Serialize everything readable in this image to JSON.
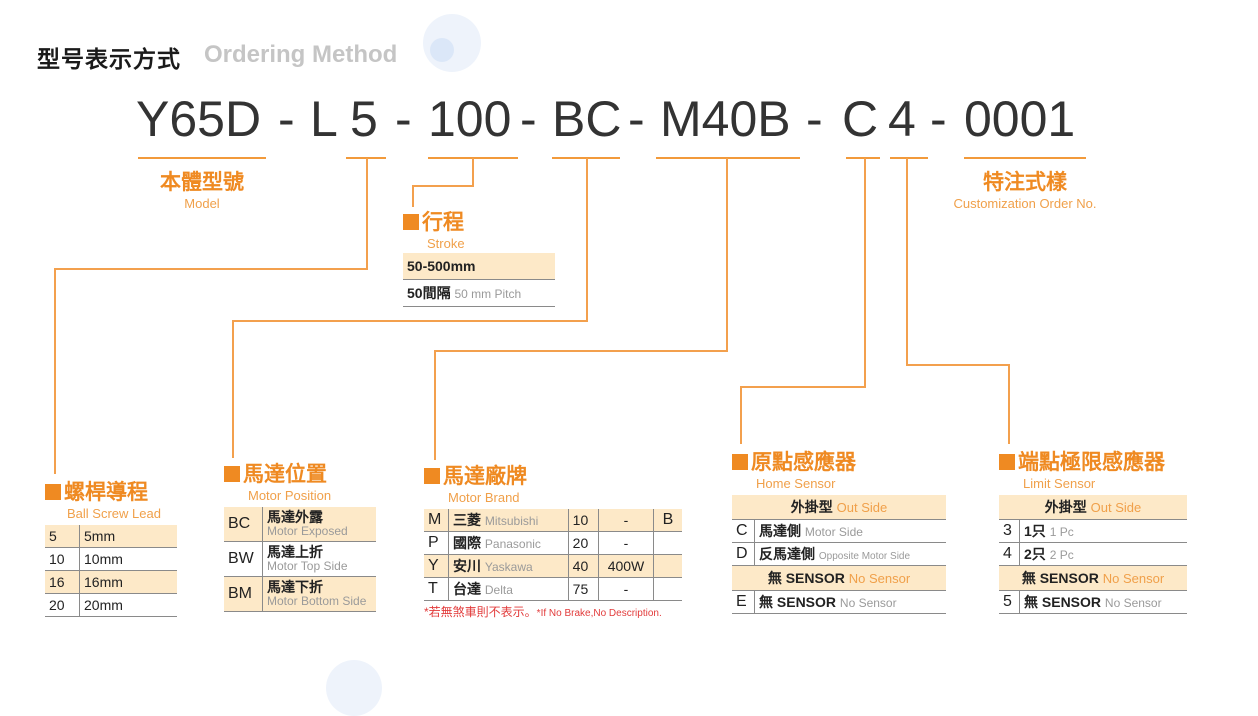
{
  "heading": {
    "cn": "型号表示方式",
    "en": "Ordering Method"
  },
  "code": [
    "Y65D",
    "-",
    "L",
    "5",
    "-",
    "100",
    "-",
    "BC",
    "-",
    "M40B",
    "-",
    "C",
    "4",
    "-",
    "0001"
  ],
  "model": {
    "cn": "本體型號",
    "en": "Model"
  },
  "custom": {
    "cn": "特注式樣",
    "en": "Customization Order No."
  },
  "stroke": {
    "cn": "行程",
    "en": "Stroke",
    "range": "50-500mm",
    "pitch_cn": "50間隔",
    "pitch_en": "50 mm Pitch"
  },
  "lead": {
    "cn": "螺桿導程",
    "en": "Ball Screw Lead",
    "rows": [
      {
        "code": "5",
        "val": "5mm"
      },
      {
        "code": "10",
        "val": "10mm"
      },
      {
        "code": "16",
        "val": "16mm"
      },
      {
        "code": "20",
        "val": "20mm"
      }
    ]
  },
  "position": {
    "cn": "馬達位置",
    "en": "Motor Position",
    "rows": [
      {
        "code": "BC",
        "cn": "馬達外露",
        "en": "Motor Exposed"
      },
      {
        "code": "BW",
        "cn": "馬達上折",
        "en": "Motor Top Side"
      },
      {
        "code": "BM",
        "cn": "馬達下折",
        "en": "Motor Bottom Side"
      }
    ]
  },
  "brand": {
    "cn": "馬達廠牌",
    "en": "Motor Brand",
    "rows": [
      {
        "code": "M",
        "cn": "三菱",
        "en": "Mitsubishi",
        "w": "10",
        "v": "-",
        "b": "B"
      },
      {
        "code": "P",
        "cn": "國際",
        "en": "Panasonic",
        "w": "20",
        "v": "-",
        "b": ""
      },
      {
        "code": "Y",
        "cn": "安川",
        "en": "Yaskawa",
        "w": "40",
        "v": "400W",
        "b": ""
      },
      {
        "code": "T",
        "cn": "台達",
        "en": "Delta",
        "w": "75",
        "v": "-",
        "b": ""
      }
    ],
    "note_cn": "*若無煞車則不表示。",
    "note_en": "*If No Brake,No Description."
  },
  "home": {
    "cn": "原點感應器",
    "en": "Home Sensor",
    "h1_cn": "外掛型",
    "h1_en": "Out Side",
    "r1_code": "C",
    "r1_cn": "馬達側",
    "r1_en": "Motor Side",
    "r2_code": "D",
    "r2_cn": "反馬達側",
    "r2_en": "Opposite Motor Side",
    "h2_cn": "無 SENSOR",
    "h2_en": "No Sensor",
    "r3_code": "E",
    "r3_cn": "無 SENSOR",
    "r3_en": "No Sensor"
  },
  "limit": {
    "cn": "端點極限感應器",
    "en": "Limit Sensor",
    "h1_cn": "外掛型",
    "h1_en": "Out Side",
    "r1_code": "3",
    "r1_cn": "1只",
    "r1_en": "1 Pc",
    "r2_code": "4",
    "r2_cn": "2只",
    "r2_en": "2 Pc",
    "h2_cn": "無 SENSOR",
    "h2_en": "No Sensor",
    "r3_code": "5",
    "r3_cn": "無 SENSOR",
    "r3_en": "No Sensor"
  },
  "colors": {
    "accent": "#ef8a22",
    "highlight": "#fde9c8",
    "deco": "#eef3fb"
  }
}
